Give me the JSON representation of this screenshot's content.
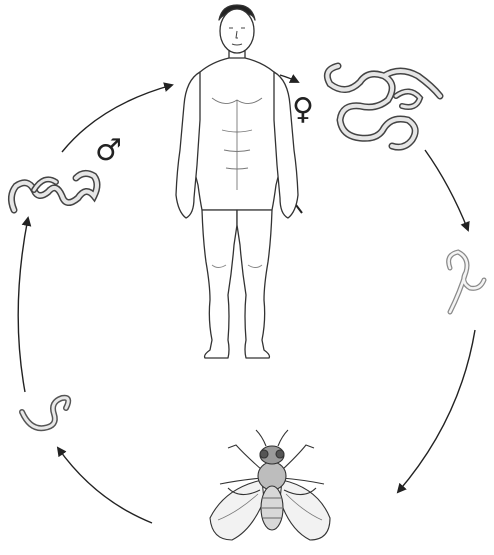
{
  "symbols": {
    "male": "♂",
    "female": "♀"
  },
  "colors": {
    "line": "#222222",
    "worm_outline": "#444444",
    "worm_fill": "#e6e6e6",
    "larva_outline": "#8a8a8a",
    "background": "#ffffff"
  },
  "cycle_stages": [
    "human-host",
    "adult-female-worm",
    "microfilaria",
    "fly-vector",
    "infective-larva",
    "adult-male-worm"
  ]
}
